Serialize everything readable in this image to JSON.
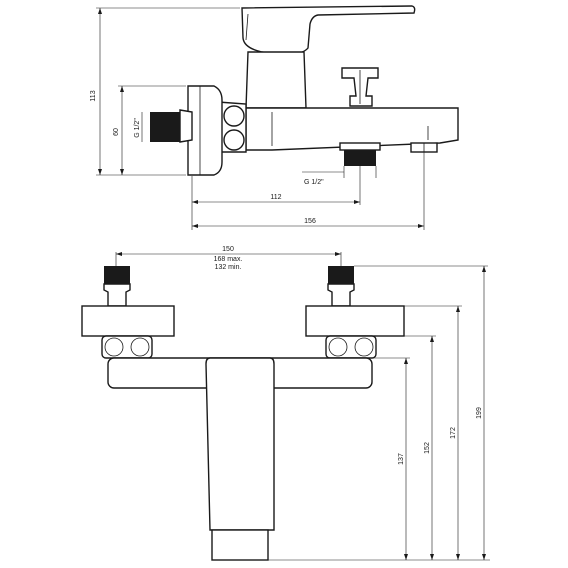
{
  "side_view": {
    "dim_height_overall": "113",
    "dim_height_flange": "60",
    "dim_thread_inlet": "G 1/2\"",
    "dim_thread_outlet": "G 1/2\"",
    "dim_length_outlet": "112",
    "dim_length_spout": "156"
  },
  "front_view": {
    "dim_centers": "150",
    "dim_centers_max": "168 max.",
    "dim_centers_min": "132 min.",
    "dim_h1": "137",
    "dim_h2": "152",
    "dim_h3": "172",
    "dim_h4": "199"
  },
  "colors": {
    "line": "#1a1a1a",
    "background": "#ffffff"
  }
}
